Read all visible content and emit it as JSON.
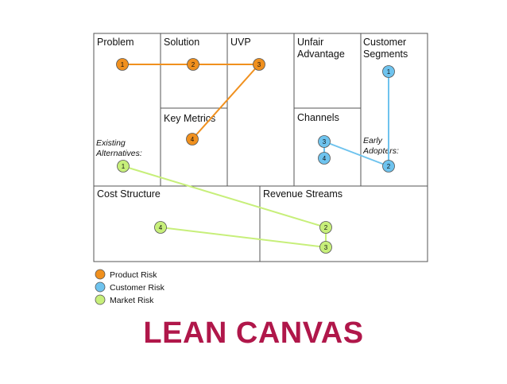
{
  "title": "LEAN CANVAS",
  "colors": {
    "title": "#b0174a",
    "grid": "#555555",
    "product_risk": "#f0901e",
    "customer_risk": "#6ec3ee",
    "market_risk": "#c7ef7a"
  },
  "cells": {
    "problem": {
      "label": "Problem"
    },
    "solution": {
      "label": "Solution"
    },
    "uvp": {
      "label": "UVP"
    },
    "unfair_advantage": {
      "label_line1": "Unfair",
      "label_line2": "Advantage"
    },
    "customer_segments": {
      "label_line1": "Customer",
      "label_line2": "Segments"
    },
    "key_metrics": {
      "label": "Key Metrics"
    },
    "channels": {
      "label": "Channels"
    },
    "existing_alternatives": {
      "label_line1": "Existing",
      "label_line2": "Alternatives:"
    },
    "early_adopters": {
      "label_line1": "Early",
      "label_line2": "Adopters:"
    },
    "cost_structure": {
      "label": "Cost Structure"
    },
    "revenue_streams": {
      "label": "Revenue Streams"
    }
  },
  "risk_paths": {
    "product": {
      "nodes": [
        {
          "label": "1",
          "cell": "problem"
        },
        {
          "label": "2",
          "cell": "solution"
        },
        {
          "label": "3",
          "cell": "uvp"
        },
        {
          "label": "4",
          "cell": "key_metrics"
        }
      ]
    },
    "customer": {
      "nodes": [
        {
          "label": "1",
          "cell": "customer_segments"
        },
        {
          "label": "2",
          "cell": "early_adopters"
        },
        {
          "label": "3",
          "cell": "channels"
        },
        {
          "label": "4",
          "cell": "channels"
        }
      ]
    },
    "market": {
      "nodes": [
        {
          "label": "1",
          "cell": "existing_alternatives"
        },
        {
          "label": "2",
          "cell": "revenue_streams"
        },
        {
          "label": "3",
          "cell": "revenue_streams"
        },
        {
          "label": "4",
          "cell": "cost_structure"
        }
      ]
    }
  },
  "legend": [
    {
      "label": "Product Risk",
      "color_key": "product_risk"
    },
    {
      "label": "Customer Risk",
      "color_key": "customer_risk"
    },
    {
      "label": "Market Risk",
      "color_key": "market_risk"
    }
  ]
}
